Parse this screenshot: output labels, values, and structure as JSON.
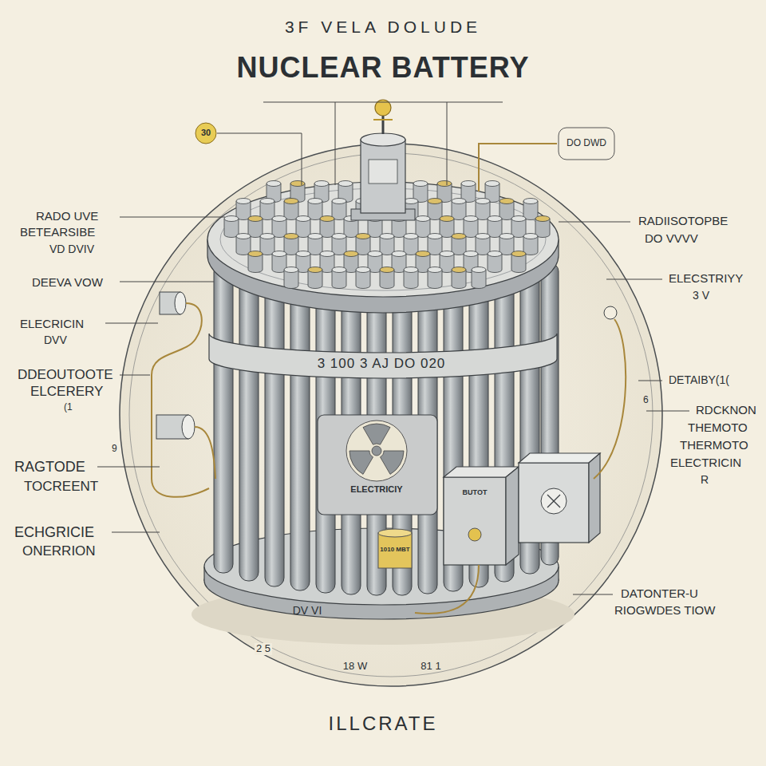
{
  "diagram": {
    "title": "NUCLEAR BATTERY",
    "caption": "ILLCRATE",
    "labels": [
      "3F VELA DOLUDE",
      "30",
      "DO DWD",
      "RADO UVE",
      "BETEARSIBE",
      "VD DVIV",
      "DEEVA VOW",
      "ELECRICIN",
      "DVV",
      "DDEOUTOOTE",
      "ELCERERY",
      "(1",
      "RAGTODE",
      "TOCREENT",
      "ECHGRICIE",
      "ONERRION",
      "RADIISOTOPBE",
      "DO VVVV",
      "ELECSTRIYY",
      "3 V",
      "DETAIBY(1(",
      "RDCKNON",
      "THEMOTO",
      "THERMOTO",
      "ELECTRICIN",
      "R",
      "DATONTER-U",
      "RIOGWDES TIOW",
      "3 100 3 AJ DO 020",
      "ELECTRICIY",
      "1010 MBT",
      "BUTOT",
      "DV VI",
      "2 5",
      "18 W",
      "81 1",
      "9",
      "6"
    ]
  }
}
